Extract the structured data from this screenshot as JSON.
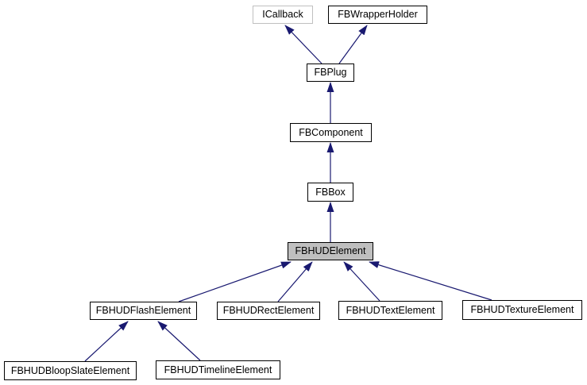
{
  "diagram": {
    "type": "class-inheritance-diagram",
    "nodes": [
      {
        "id": "ICallback",
        "label": "ICallback",
        "style": "external"
      },
      {
        "id": "FBWrapperHolder",
        "label": "FBWrapperHolder",
        "style": "normal"
      },
      {
        "id": "FBPlug",
        "label": "FBPlug",
        "style": "normal"
      },
      {
        "id": "FBComponent",
        "label": "FBComponent",
        "style": "normal"
      },
      {
        "id": "FBBox",
        "label": "FBBox",
        "style": "normal"
      },
      {
        "id": "FBHUDElement",
        "label": "FBHUDElement",
        "style": "current"
      },
      {
        "id": "FBHUDFlashElement",
        "label": "FBHUDFlashElement",
        "style": "normal"
      },
      {
        "id": "FBHUDRectElement",
        "label": "FBHUDRectElement",
        "style": "normal"
      },
      {
        "id": "FBHUDTextElement",
        "label": "FBHUDTextElement",
        "style": "normal"
      },
      {
        "id": "FBHUDTextureElement",
        "label": "FBHUDTextureElement",
        "style": "normal"
      },
      {
        "id": "FBHUDBloopSlateElement",
        "label": "FBHUDBloopSlateElement",
        "style": "normal"
      },
      {
        "id": "FBHUDTimelineElement",
        "label": "FBHUDTimelineElement",
        "style": "normal"
      }
    ],
    "edges": [
      {
        "from": "FBPlug",
        "to": "ICallback"
      },
      {
        "from": "FBPlug",
        "to": "FBWrapperHolder"
      },
      {
        "from": "FBComponent",
        "to": "FBPlug"
      },
      {
        "from": "FBBox",
        "to": "FBComponent"
      },
      {
        "from": "FBHUDElement",
        "to": "FBBox"
      },
      {
        "from": "FBHUDFlashElement",
        "to": "FBHUDElement"
      },
      {
        "from": "FBHUDRectElement",
        "to": "FBHUDElement"
      },
      {
        "from": "FBHUDTextElement",
        "to": "FBHUDElement"
      },
      {
        "from": "FBHUDTextureElement",
        "to": "FBHUDElement"
      },
      {
        "from": "FBHUDBloopSlateElement",
        "to": "FBHUDFlashElement"
      },
      {
        "from": "FBHUDTimelineElement",
        "to": "FBHUDFlashElement"
      }
    ],
    "colors": {
      "edge": "#191970",
      "node_border": "#000000",
      "external_node_border": "#c0c0c0",
      "current_node_fill": "#bfbfbf",
      "background": "#ffffff",
      "text": "#000000"
    }
  }
}
